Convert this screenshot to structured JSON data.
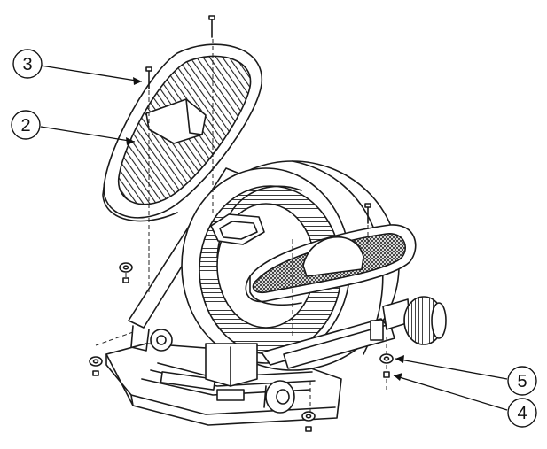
{
  "callouts": [
    {
      "number": "3",
      "part": "pedal-bolt"
    },
    {
      "number": "2",
      "part": "left-pedal"
    },
    {
      "number": "5",
      "part": "washer"
    },
    {
      "number": "4",
      "part": "nut"
    }
  ],
  "colors": {
    "line": "#1a1a1a",
    "background": "#ffffff"
  }
}
